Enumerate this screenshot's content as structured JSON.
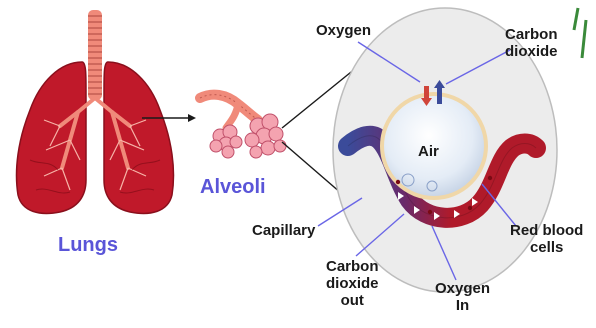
{
  "labels": {
    "lungs": "Lungs",
    "alveoli": "Alveoli",
    "oxygen": "Oxygen",
    "carbon_dioxide": [
      "Carbon",
      "dioxide"
    ],
    "air": "Air",
    "capillary": "Capillary",
    "red_blood_cells": [
      "Red blood",
      "cells"
    ],
    "carbon_dioxide_out": [
      "Carbon",
      "dioxide",
      "out"
    ],
    "oxygen_in": [
      "Oxygen",
      "In"
    ]
  },
  "colors": {
    "label_accent": "#5a55d8",
    "lung": "#c0192a",
    "trachea": "#f08a7a",
    "alveolus": "#f4a3b0",
    "vein": "#3b4b9a",
    "artery": "#b01a2a",
    "pointer": "#6a66e6",
    "circle_bg": "#ececec"
  }
}
